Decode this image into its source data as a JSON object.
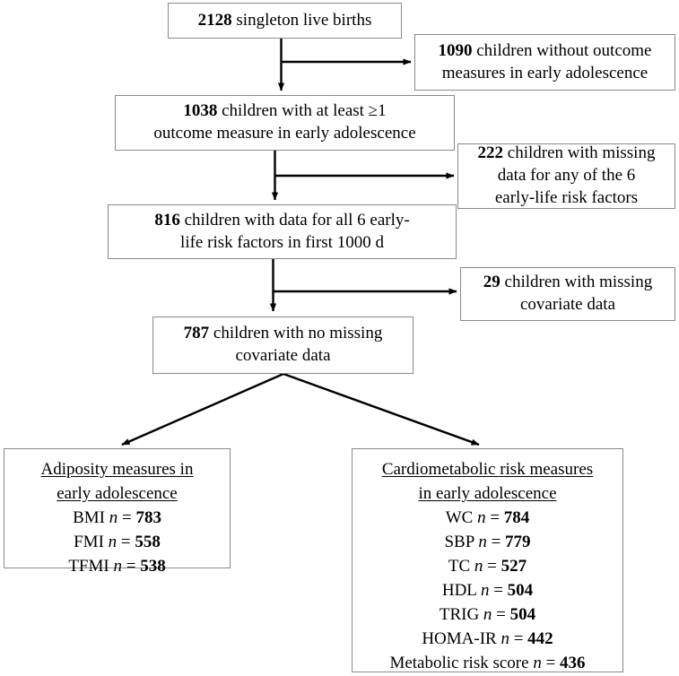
{
  "diagram": {
    "title": "Study participant flow diagram",
    "stroke_color": "#000000",
    "box_border_color": "#8a8a8a",
    "background": "#ffffff"
  },
  "nodes": {
    "births": {
      "name": "singleton-live-births",
      "count": "2128",
      "lines": [
        "2128 singleton live births"
      ],
      "count_text": "2128",
      "rest_text": " singleton live births"
    },
    "no_outcome": {
      "name": "children-without-outcome-measures",
      "count": "1090",
      "count_text": "1090",
      "line1_rest": " children without outcome",
      "line2": "measures in early adolescence"
    },
    "with_outcome": {
      "name": "children-with-outcome-measure",
      "count": "1038",
      "count_text": "1038",
      "line1_rest": " children with at least ≥1",
      "line2": "outcome measure in early adolescence"
    },
    "missing_riskfactors": {
      "name": "children-missing-risk-factor-data",
      "count": "222",
      "count_text": "222",
      "line1_rest": " children with missing",
      "line2": "data for any of the 6",
      "line3": "early-life risk factors"
    },
    "all_riskfactors": {
      "name": "children-with-all-risk-factor-data",
      "count": "816",
      "count_text": "816",
      "line1_rest": " children with data for all 6 early-",
      "line2": "life risk factors in first 1000 d"
    },
    "missing_covariate": {
      "name": "children-missing-covariate-data",
      "count": "29",
      "count_text": "29",
      "line1_rest": " children with missing",
      "line2": "covariate data"
    },
    "no_missing_covariate": {
      "name": "children-no-missing-covariate-data",
      "count": "787",
      "count_text": "787",
      "line1_rest": " children with no missing",
      "line2": "covariate data"
    },
    "adiposity": {
      "name": "adiposity-measures-outcome-box",
      "heading_line1": "Adiposity measures in",
      "heading_line2": "early adolescence",
      "measures": [
        {
          "label": "BMI",
          "eq": " = ",
          "n": "783"
        },
        {
          "label": "FMI",
          "eq": " = ",
          "n": "558"
        },
        {
          "label": "TFMI",
          "eq": " = ",
          "n": "538"
        }
      ]
    },
    "cardiometabolic": {
      "name": "cardiometabolic-measures-outcome-box",
      "heading_line1": "Cardiometabolic risk measures",
      "heading_line2": "in early adolescence",
      "measures": [
        {
          "label": "WC",
          "eq": " = ",
          "n": "784"
        },
        {
          "label": "SBP",
          "eq": " = ",
          "n": "779"
        },
        {
          "label": "TC",
          "eq": " = ",
          "n": "527"
        },
        {
          "label": "HDL",
          "eq": " = ",
          "n": "504"
        },
        {
          "label": "TRIG",
          "eq": " = ",
          "n": "504"
        },
        {
          "label": "HOMA-IR",
          "eq": " = ",
          "n": "442"
        },
        {
          "label": "Metabolic risk score",
          "eq": " = ",
          "n": "436"
        }
      ]
    }
  },
  "symbols": {
    "n_italic": "n"
  }
}
